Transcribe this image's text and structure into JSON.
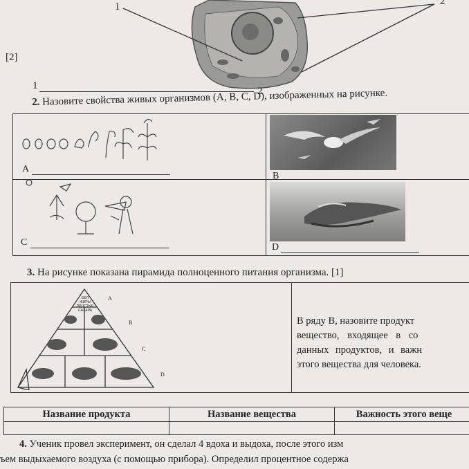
{
  "header": {
    "mark_left": "[2]",
    "cell_callouts": [
      "1",
      "2"
    ],
    "answer_labels": [
      "1",
      "2"
    ]
  },
  "question2": {
    "number": "2.",
    "text": "Назовите свойства живых организмов (A, B, C, D), изображенных на рисунке.",
    "cells": [
      "A",
      "B",
      "C",
      "D"
    ]
  },
  "question3": {
    "number": "3.",
    "text": "На рисунке показана пирамида полноценного питания организма. [1]",
    "pyramid_levels": [
      "A",
      "B",
      "C",
      "D"
    ],
    "pyramid_top_text": [
      "БЕЛ",
      "ЖИРЫ",
      "ПРОСТЫЕ",
      "САХАРА"
    ],
    "instruction_lines": [
      "В ряду В, назовите продукт",
      "вещество, входящее в со",
      "данных продуктов, и важн",
      "этого вещества для человека."
    ]
  },
  "table": {
    "headers": [
      "Название продукта",
      "Название вещества",
      "Важность этого веще"
    ]
  },
  "question4": {
    "number": "4.",
    "line1": "Ученик провел эксперимент, он сделал 4 вдоха и выдоха, после этого изм",
    "line2": "ъем выдыхаемого воздуха (с помощью прибора). Определил процентное содержа"
  },
  "colors": {
    "paper": "#ece9e6",
    "ink": "#222222",
    "photo": "#6f6f6f"
  }
}
